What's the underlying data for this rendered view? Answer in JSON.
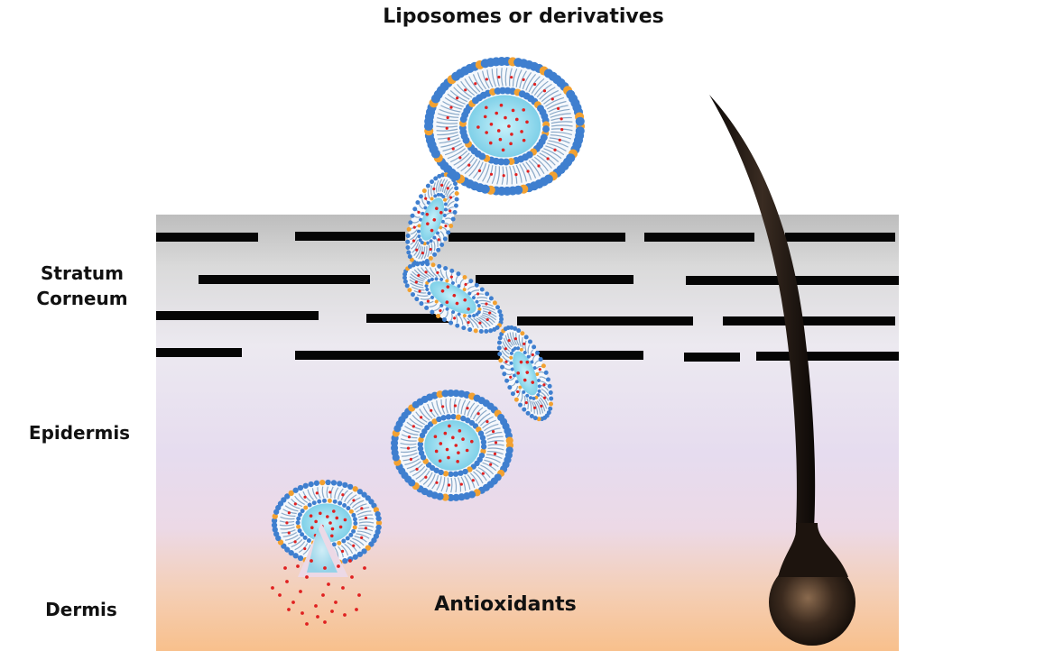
{
  "title": "Liposomes or derivatives",
  "layers": {
    "stratum": "Stratum\nCorneum",
    "epidermis": "Epidermis",
    "dermis": "Dermis"
  },
  "payload_label": "Antioxidants",
  "colors": {
    "stratum_top": "#bdbdbd",
    "stratum_mid": "#e8e6ee",
    "epidermis": "#e6dcef",
    "dermis": "#f8c495",
    "lipid_head": "#3f7fcf",
    "lipid_tail": "#ffffff",
    "cholesterol": "#f2a131",
    "core": "#9ddff0",
    "drug": "#e02020",
    "hair": "#1b1410"
  }
}
